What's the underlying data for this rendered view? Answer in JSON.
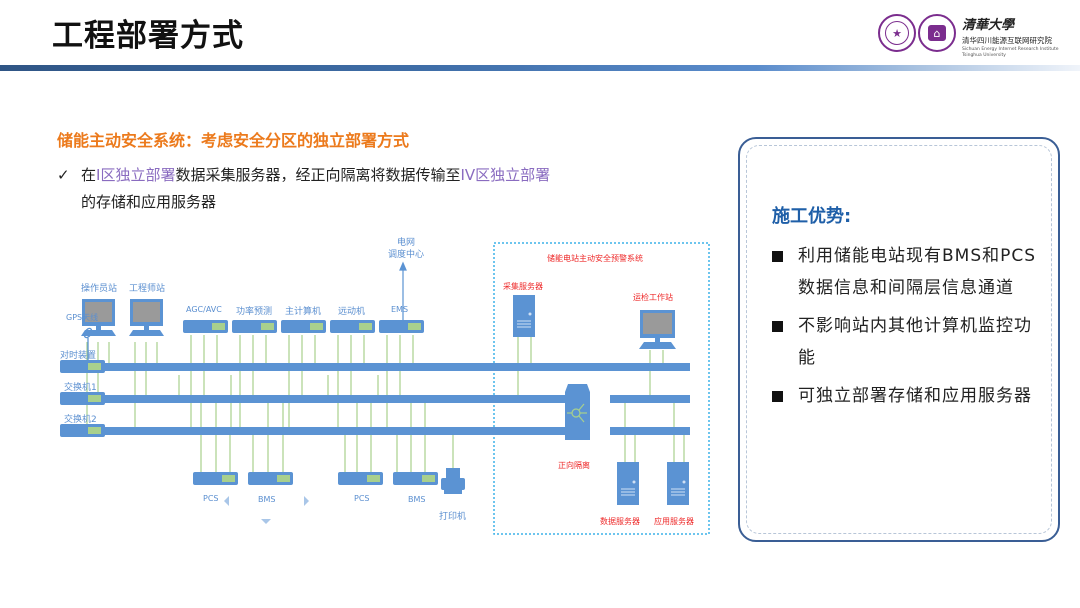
{
  "slide": {
    "title": "工程部署方式",
    "logo": {
      "seal1_glyph": "★",
      "seal2_glyph": "⌂",
      "line1": "清華大學",
      "line2": "清华四川能源互联网研究院",
      "line3": "Sichuan Energy Internet Research Institute",
      "line4": "Tsinghua University"
    }
  },
  "content": {
    "subtitle": "储能主动安全系统：考虑安全分区的独立部署方式",
    "bullet": {
      "check": "✓",
      "parts": [
        {
          "text": "在",
          "highlight": false
        },
        {
          "text": "I区独立部署",
          "highlight": true
        },
        {
          "text": "数据采集服务器，经正向隔离将数据传输至",
          "highlight": false
        },
        {
          "text": "IV区独立部署",
          "highlight": true
        }
      ],
      "line2": "的存储和应用服务器"
    }
  },
  "advantages": {
    "title": "施工优势:",
    "items": [
      "利用储能电站现有BMS和PCS数据信息和间隔层信息通道",
      "不影响站内其他计算机监控功能",
      "可独立部署存储和应用服务器"
    ]
  },
  "diagram": {
    "grid_center": [
      "电网",
      "调度中心"
    ],
    "gps": "GPS天线",
    "time_sync": "对时装置",
    "switch1": "交换机1",
    "switch2": "交换机2",
    "operator_station": "操作员站",
    "engineer_station": "工程师站",
    "devices": [
      "AGC/AVC",
      "功率预测",
      "主计算机",
      "远动机",
      "EMS"
    ],
    "bottom_devices": [
      "PCS",
      "BMS",
      "PCS",
      "BMS"
    ],
    "printer": "打印机",
    "warning_system": "储能电站主动安全预警系统",
    "collect_server": "采集服务器",
    "maintenance_station": "运检工作站",
    "isolation": "正向隔离",
    "data_server": "数据服务器",
    "app_server": "应用服务器",
    "colors": {
      "bus": "#5b93d3",
      "link": "#a8d08d",
      "label_blue": "#5b8fd0",
      "label_red": "#ee2a2a",
      "dashed_border": "#3db2e8"
    }
  }
}
